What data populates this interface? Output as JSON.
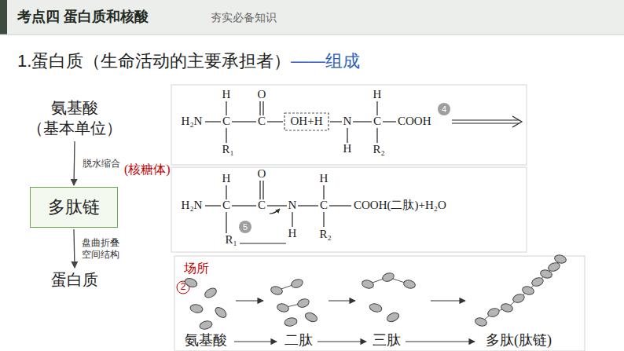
{
  "diagram": {
    "title": "考点四 蛋白质和核酸",
    "nodes": [
      {
        "text": [
          "氨基酸",
          "（基本单位）"
        ]
      },
      {
        "text": [
          "多肽链"
        ]
      },
      {
        "text": [
          "蛋白质"
        ]
      }
    ],
    "edges": [
      {
        "from": 0,
        "to": 1,
        "arrow": "to",
        "label": "脱水缩合"
      },
      {
        "from": 1,
        "to": 2,
        "arrow": "to",
        "label": "盘曲折叠 空间结构"
      }
    ],
    "labels": [
      "夯实必备知识",
      "1.蛋白质（生命活动的主要承担者）",
      "——组成",
      "(核糖体)",
      "H",
      "O",
      "H₂N",
      "C",
      "C",
      "OH+H",
      "N",
      "C",
      "COOH",
      "R₁",
      "H",
      "H",
      "R₂",
      "4",
      "H",
      "O",
      "H₂N",
      "C",
      "C",
      "N",
      "C",
      "COOH(二肽)+H₂O",
      "R₁",
      "H",
      "H",
      "R₂",
      "5",
      "场所",
      "2",
      "氨基酸",
      "二肽",
      "三肽",
      "多肽(肽链)"
    ]
  }
}
